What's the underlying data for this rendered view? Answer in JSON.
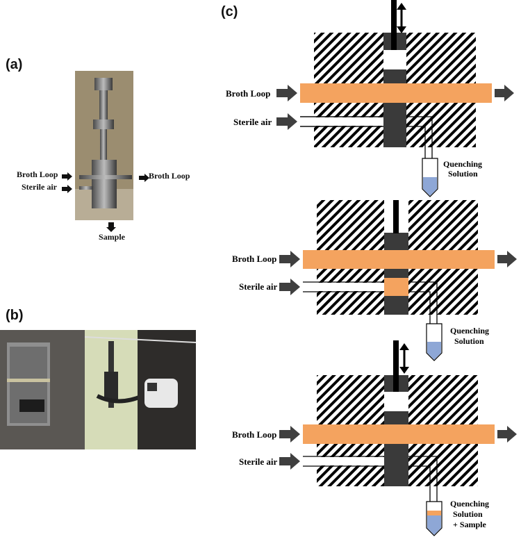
{
  "panels": {
    "a": {
      "letter": "(a)",
      "labels": {
        "broth_loop_in": "Broth Loop",
        "sterile_air": "Sterile air",
        "broth_loop_out": "Broth Loop",
        "sample": "Sample"
      }
    },
    "b": {
      "letter": "(b)"
    },
    "c": {
      "letter": "(c)",
      "stages": [
        {
          "broth_loop": "Broth Loop",
          "sterile_air": "Sterile air",
          "tube_line1": "Quenching",
          "tube_line2": "Solution",
          "tube_line3": ""
        },
        {
          "broth_loop": "Broth Loop",
          "sterile_air": "Sterile air",
          "tube_line1": "Quenching",
          "tube_line2": "Solution",
          "tube_line3": ""
        },
        {
          "broth_loop": "Broth Loop",
          "sterile_air": "Sterile air",
          "tube_line1": "Quenching",
          "tube_line2": "Solution",
          "tube_line3": "+ Sample"
        }
      ]
    }
  },
  "colors": {
    "broth": "#f4a35f",
    "block": "#3a3a3a",
    "quench": "#8ea7d6",
    "arrow": "#3f3f3f"
  }
}
